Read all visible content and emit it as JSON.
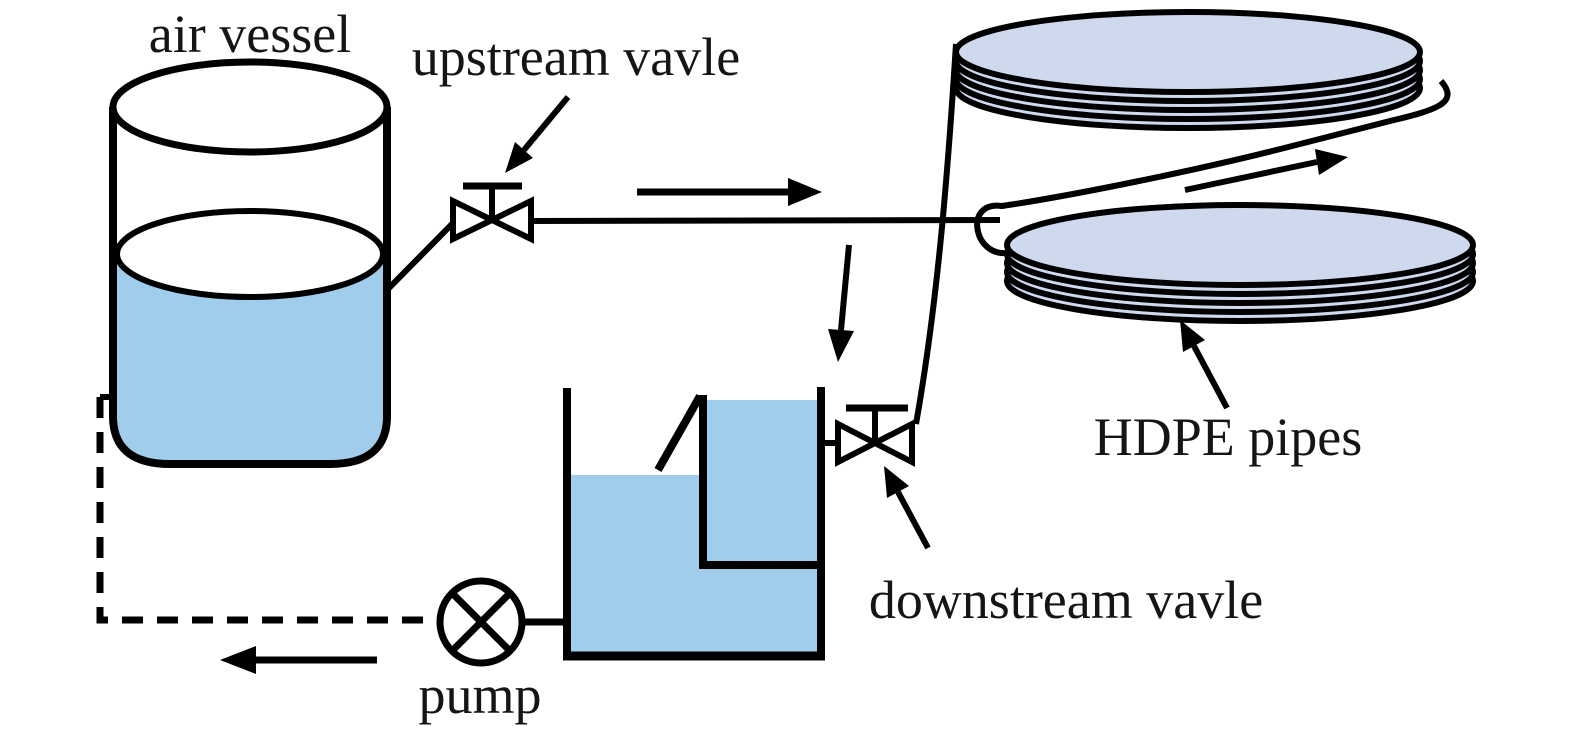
{
  "diagram": {
    "labels": {
      "air_vessel": "air vessel",
      "upstream_valve": "upstream vavle",
      "downstream_valve": "downstream vavle",
      "hdpe_pipes": "HDPE pipes",
      "pump": "pump"
    },
    "colors": {
      "water": "#a0cdec",
      "coil": "#cfd9ee",
      "line": "#000000",
      "background": "#ffffff"
    }
  }
}
